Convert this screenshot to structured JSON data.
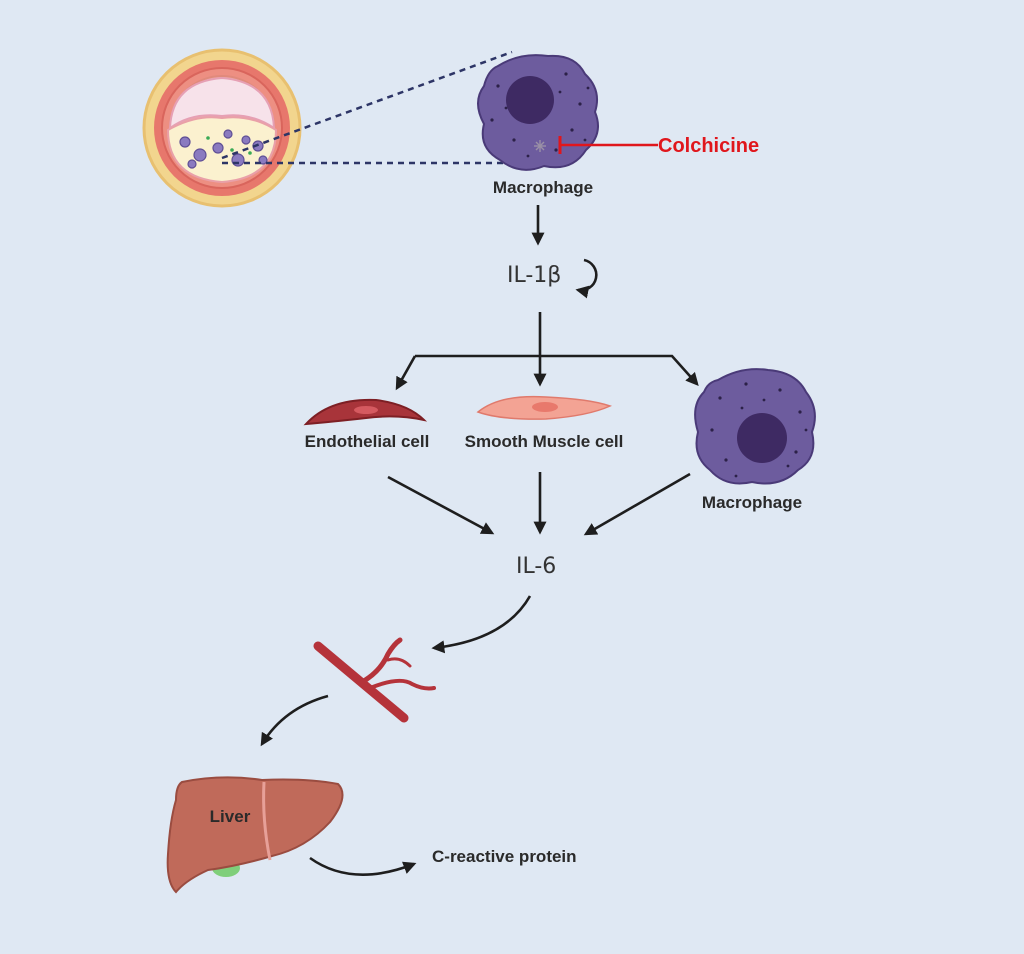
{
  "labels": {
    "macrophage_top": "Macrophage",
    "colchicine": "Colchicine",
    "il1b": "IL-1β",
    "endothelial": "Endothelial cell",
    "smooth_muscle": "Smooth Muscle cell",
    "macrophage_right": "Macrophage",
    "il6": "IL-6",
    "liver": "Liver",
    "crp": "C-reactive protein"
  },
  "icons": {
    "artery": "artery-cross-section-icon",
    "macrophage": "macrophage-cell-icon",
    "endothelial": "endothelial-cell-icon",
    "smooth_muscle": "smooth-muscle-cell-icon",
    "vessel": "blood-vessel-icon",
    "liver": "liver-icon"
  },
  "colors": {
    "background": "#dfe8f3",
    "inhibitor": "#e0161c",
    "macrophage": "#6d5c9e",
    "nucleus": "#3e2a63",
    "endothelial": "#a8343a",
    "smooth_muscle": "#f3a394",
    "liver": "#c06a5a",
    "gallbladder": "#7fcf7a",
    "vessel": "#b5333a"
  }
}
